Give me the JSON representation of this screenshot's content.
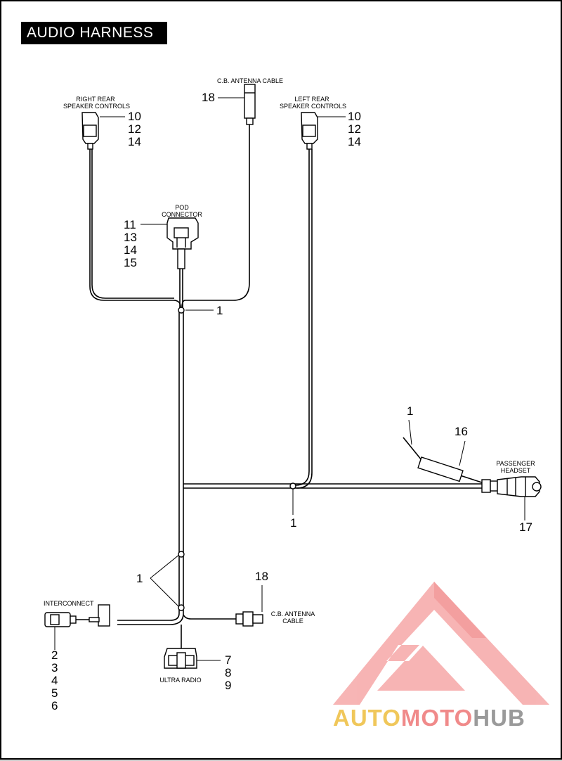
{
  "title": "AUDIO HARNESS",
  "labels": {
    "right_rear": [
      "RIGHT REAR",
      "SPEAKER CONTROLS"
    ],
    "left_rear": [
      "LEFT REAR",
      "SPEAKER CONTROLS"
    ],
    "cb_top": "C.B. ANTENNA CABLE",
    "pod": [
      "POD",
      "CONNECTOR"
    ],
    "passenger": [
      "PASSENGER",
      "HEADSET"
    ],
    "interconnect": "INTERCONNECT",
    "cb_bottom": [
      "C.B. ANTENNA",
      "CABLE"
    ],
    "ultra": "ULTRA  RADIO"
  },
  "callouts": {
    "cb_top": "18",
    "right_rear": [
      "10",
      "12",
      "14"
    ],
    "left_rear": [
      "10",
      "12",
      "14"
    ],
    "pod": [
      "11",
      "13",
      "14",
      "15"
    ],
    "clip_upper": "1",
    "clip_passenger": "1",
    "part_16": "16",
    "clip_center": "1",
    "headset": "17",
    "clips_pair": "1",
    "cb_bottom": "18",
    "interconnect": [
      "2",
      "3",
      "4",
      "5",
      "6"
    ],
    "radio": [
      "7",
      "8",
      "9"
    ]
  },
  "watermark": {
    "part1": "AUTO",
    "part2": "MOTO",
    "part3": "HUB"
  },
  "colors": {
    "watermark_red": "#f08a8a",
    "watermark_yellow": "#f0c75a",
    "watermark_gray": "#9a9a9a"
  }
}
